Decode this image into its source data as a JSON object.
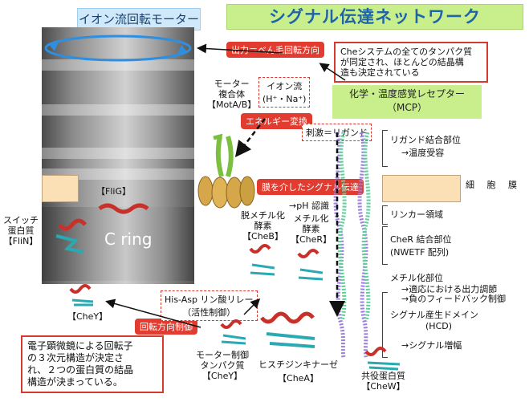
{
  "titles": {
    "motor": "イオン流回転モーター",
    "signal": "シグナル伝達ネットワーク"
  },
  "badges": {
    "output": "出力＝べん毛回転方向",
    "energy": "エネルギー変換",
    "membrane_signal": "膜を介したシグナル伝達",
    "rotation_control": "回転方向制御"
  },
  "dashed": {
    "ion_flow_title": "イオン流",
    "ion_flow_ions": "(H⁺・Na⁺)",
    "stimulus": "刺激＝リガンド",
    "relay_line1": "His-Asp リン酸リレー",
    "relay_line2": "（活性制御）"
  },
  "notes": {
    "che_line1": "Cheシステムの全てのタンパク質",
    "che_line2": "が同定され、ほとんどの結晶構",
    "che_line3": "造も決定されている",
    "em_line1": "電子顕微鏡による回転子",
    "em_line2": "の３次元構造が決定さ",
    "em_line3": "れ、２つの蛋白質の結晶",
    "em_line4": "構造が決まっている。"
  },
  "mcp": {
    "line1": "化学・温度感覚レセプター",
    "line2": "（MCP）"
  },
  "motor_complex": {
    "line1": "モーター",
    "line2": "複合体",
    "line3": "【MotA/B】"
  },
  "membrane": "細 胞 膜",
  "cring": "C ring",
  "flig": "【FliG】",
  "switch": {
    "line1": "スイッチ",
    "line2": "蛋白質",
    "line3": "【FliN】"
  },
  "cheb": {
    "line1": "脱メチル化",
    "line2": "酵素",
    "line3": "【CheB】"
  },
  "cher": {
    "line1": "メチル化",
    "line2": "酵素",
    "line3": "【CheR】"
  },
  "ph": "→pH 認識",
  "chey_left": "【CheY】",
  "chey_mid": {
    "line1": "モーター制御",
    "line2": "タンパク質",
    "line3": "【CheY】"
  },
  "chea": {
    "line1": "ヒスチジンキナーゼ",
    "line2": "【CheA】"
  },
  "chew": {
    "line1": "共役蛋白質",
    "line2": "【CheW】"
  },
  "mcp_regions": {
    "ligand_binding": "リガンド結合部位",
    "temp": "→温度受容",
    "linker": "リンカー領域",
    "cher_site": "CheR 結合部位",
    "nwetf": "(NWETF 配列)",
    "methyl": "メチル化部位",
    "adapt": "→適応における出力調節",
    "feedback": "→負のフィードバック制御",
    "hcd1": "シグナル産生ドメイン",
    "hcd2": "(HCD)",
    "amplify": "→シグナル増幅"
  },
  "colors": {
    "red": "#e23b2f",
    "green_box": "#c9ee8c",
    "blue_box": "#cfe9fb",
    "membrane": "#fbe0b6",
    "helix_purple": "#9b7fe0",
    "helix_green": "#5fcf9a"
  }
}
